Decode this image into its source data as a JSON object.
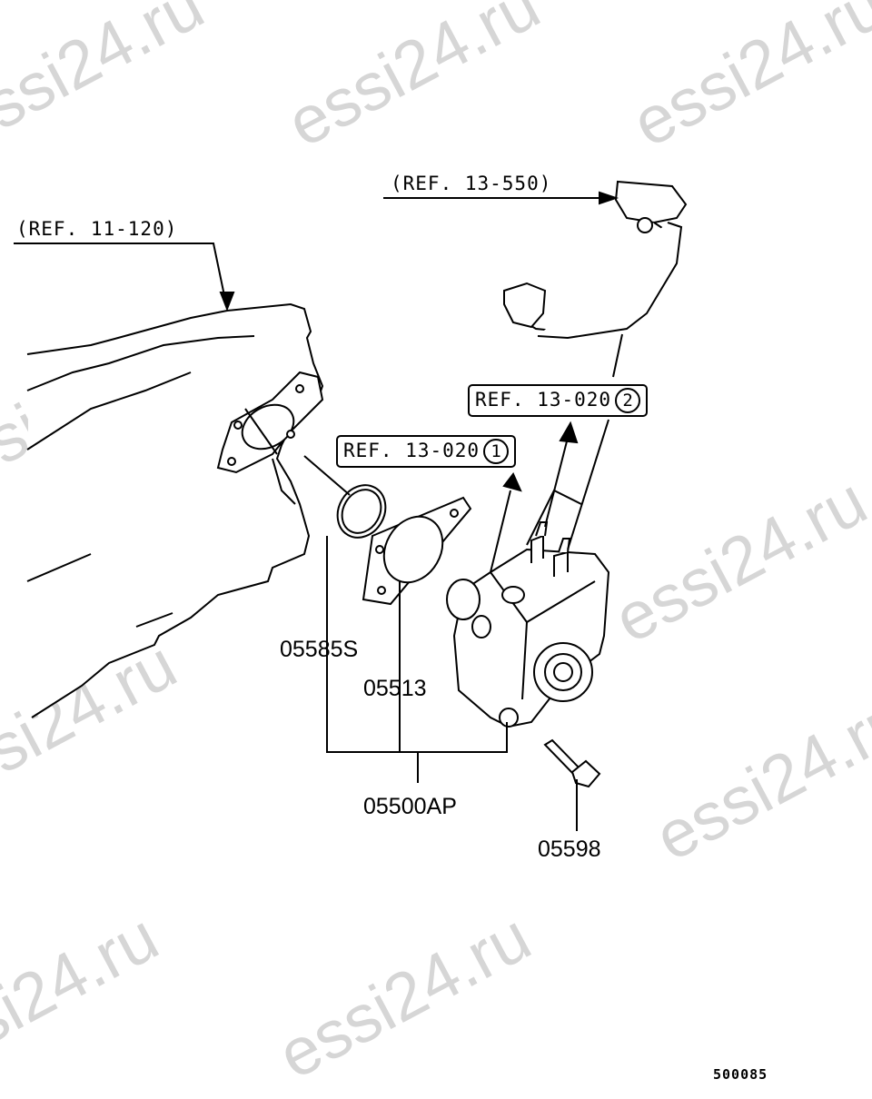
{
  "watermark": "essi24.ru",
  "references": {
    "ref_11_120": "(REF. 11-120)",
    "ref_13_550": "(REF. 13-550)",
    "ref_13_020_1": {
      "text": "REF. 13-020",
      "circle": "1"
    },
    "ref_13_020_2": {
      "text": "REF. 13-020",
      "circle": "2"
    }
  },
  "parts": {
    "oring": "05585S",
    "gasket": "05513",
    "assembly": "05500AP",
    "bolt": "05598"
  },
  "diagram_code": "500085"
}
